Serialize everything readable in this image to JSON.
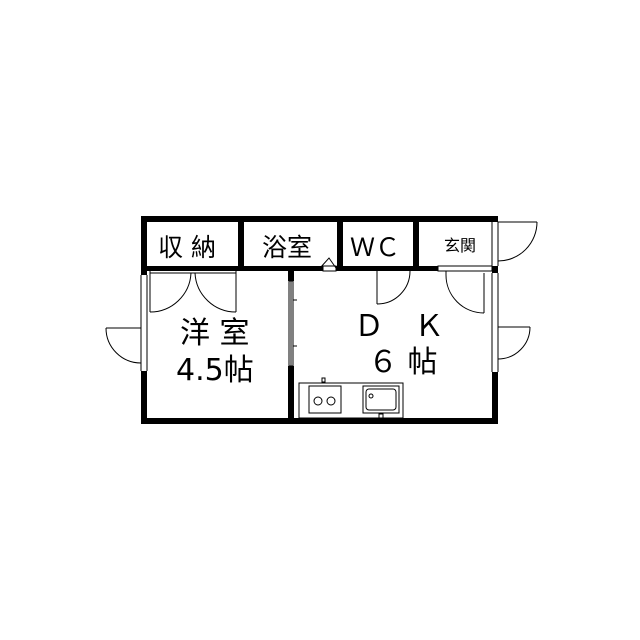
{
  "floor_plan": {
    "rooms": {
      "storage": "収 納",
      "bathroom": "浴室",
      "toilet": "ＷＣ",
      "entrance": "玄関",
      "western_room_name": "洋 室",
      "western_room_size": "4.5帖",
      "dk_name": "Ｄ　Ｋ",
      "dk_size": "６ 帖"
    },
    "colors": {
      "walls": "#000000",
      "background": "#ffffff"
    },
    "icons": [
      "door-swing-icon",
      "sliding-door-icon",
      "window-icon",
      "stove-icon",
      "sink-icon"
    ]
  }
}
